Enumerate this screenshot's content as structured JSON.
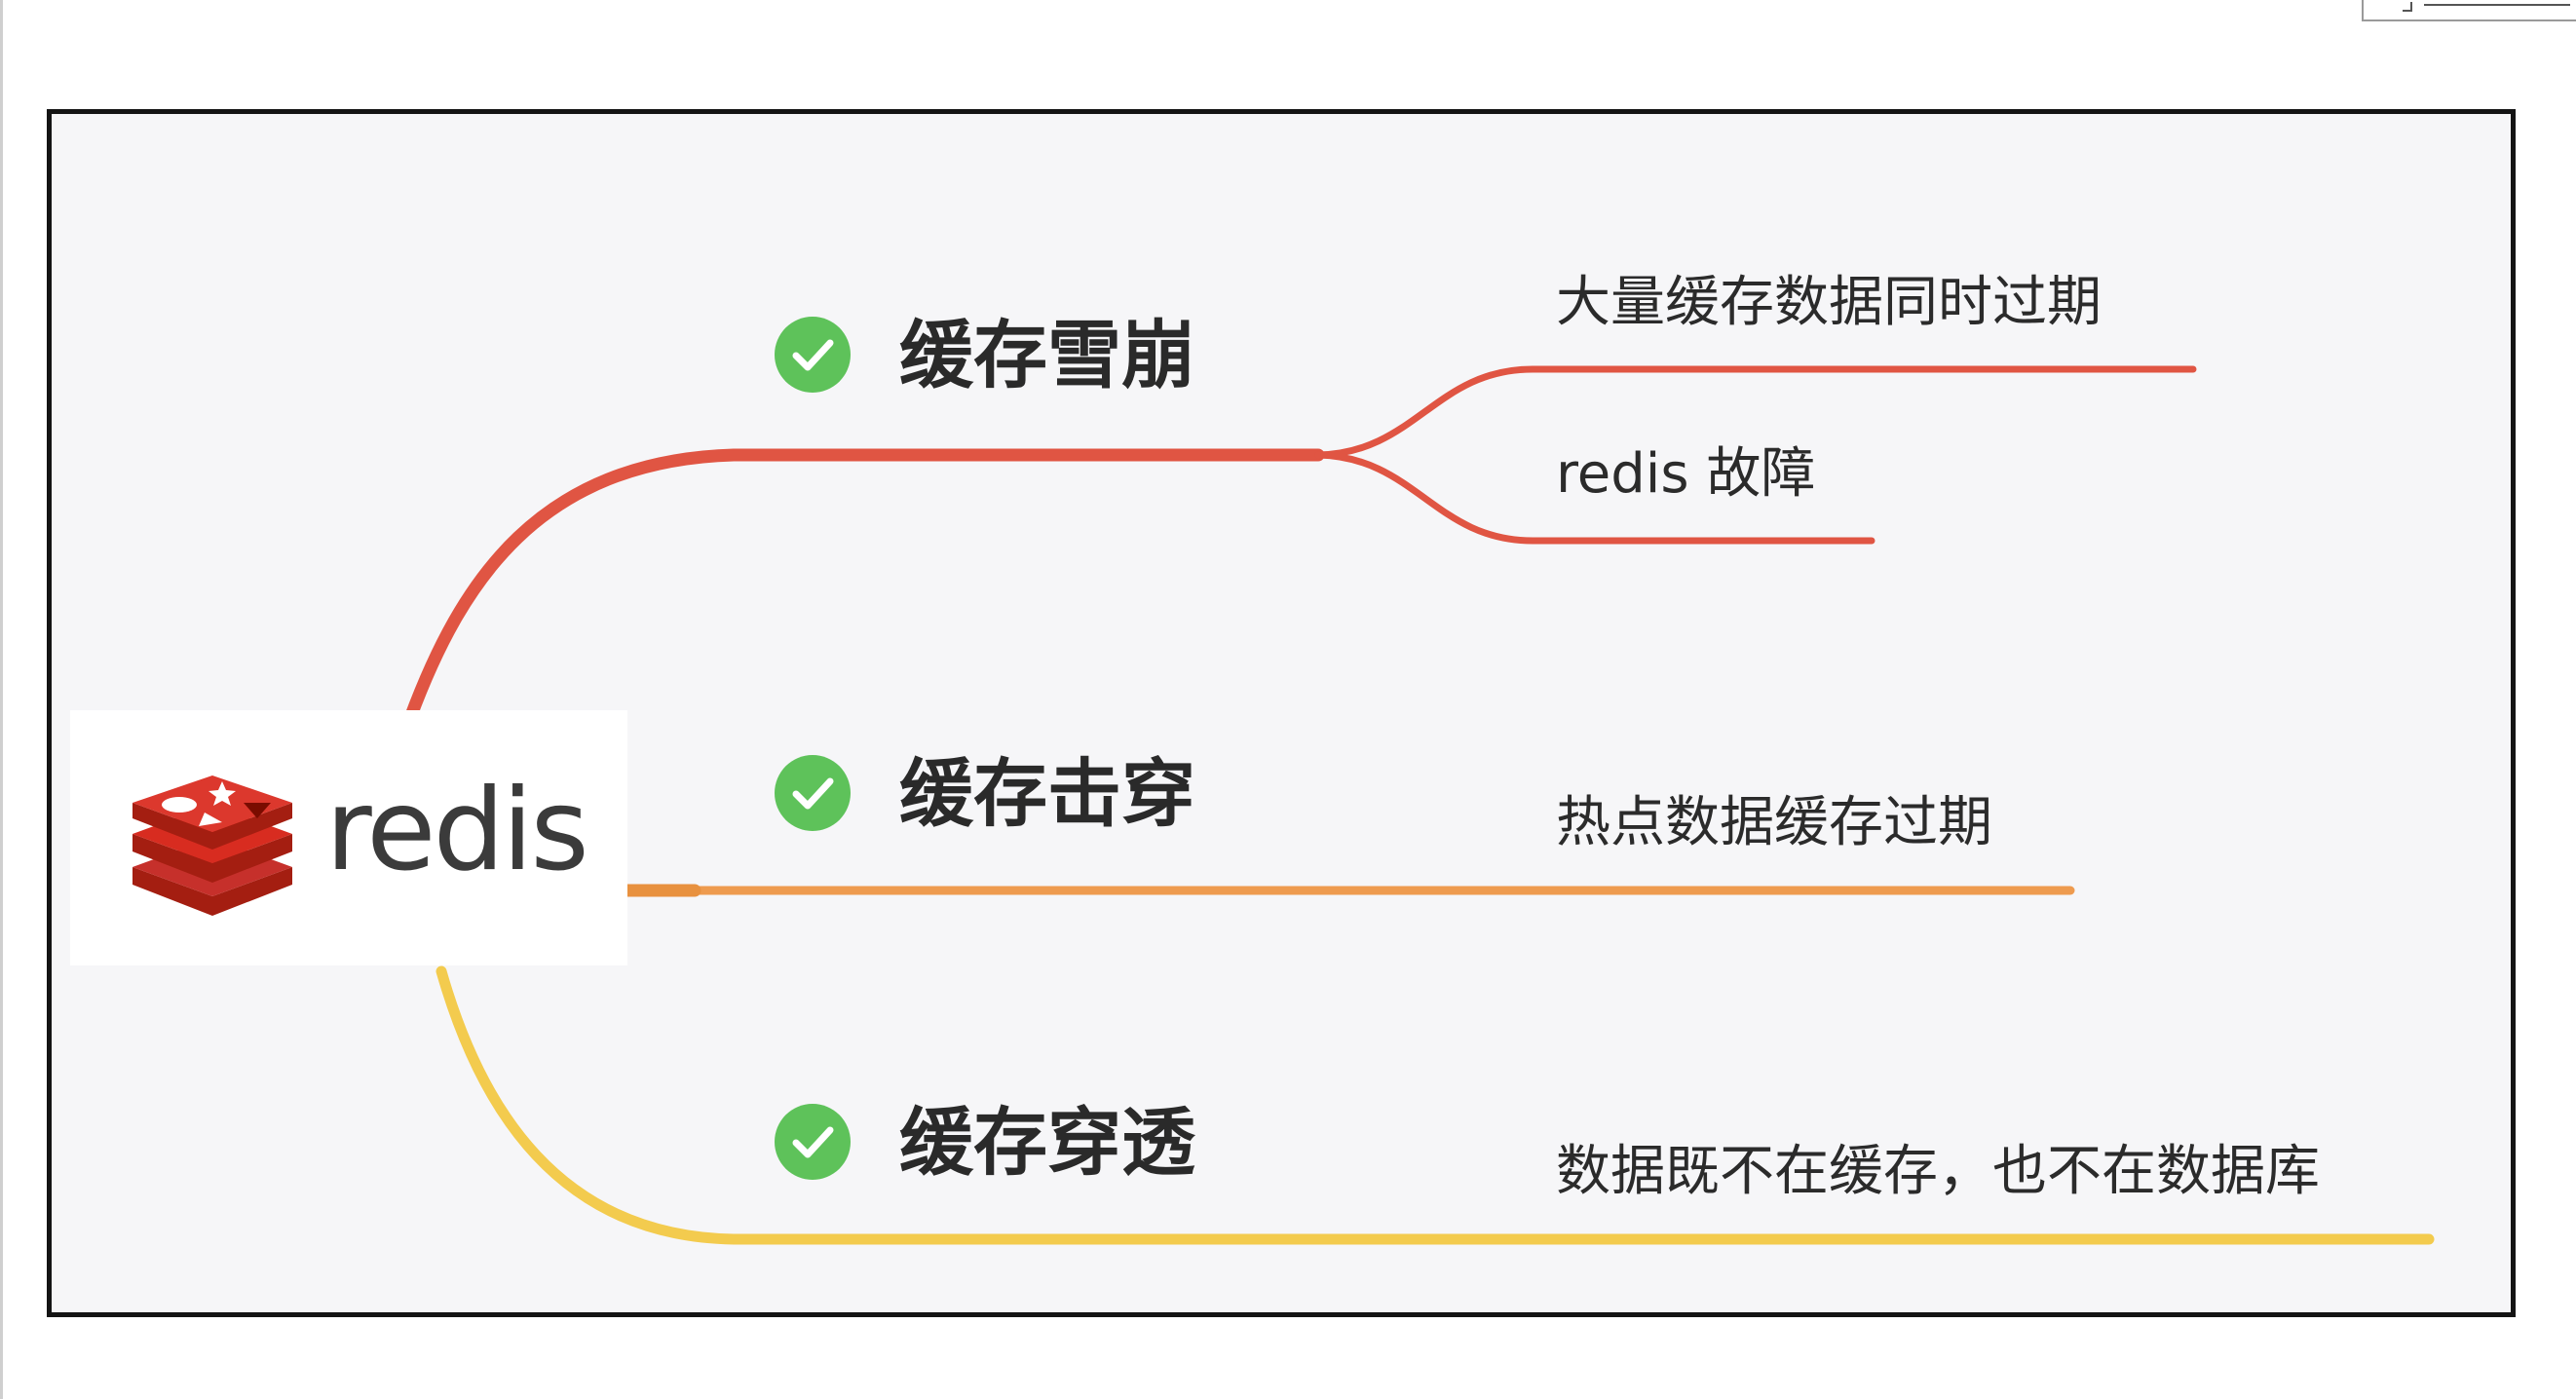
{
  "logo": {
    "text": "redis",
    "icon": "redis-stack-icon"
  },
  "branches": [
    {
      "title": "缓存雪崩",
      "color": "#e05543",
      "check_icon": "check-circle-icon",
      "causes": [
        "大量缓存数据同时过期",
        "redis 故障"
      ]
    },
    {
      "title": "缓存击穿",
      "color": "#ee9b4f",
      "check_icon": "check-circle-icon",
      "causes": [
        "热点数据缓存过期"
      ]
    },
    {
      "title": "缓存穿透",
      "color": "#f3cb4e",
      "check_icon": "check-circle-icon",
      "causes": [
        "数据既不在缓存，也不在数据库"
      ]
    }
  ],
  "colors": {
    "check": "#5ec25a",
    "redis_red": "#c6302b",
    "frame_bg": "#f6f6f8"
  }
}
